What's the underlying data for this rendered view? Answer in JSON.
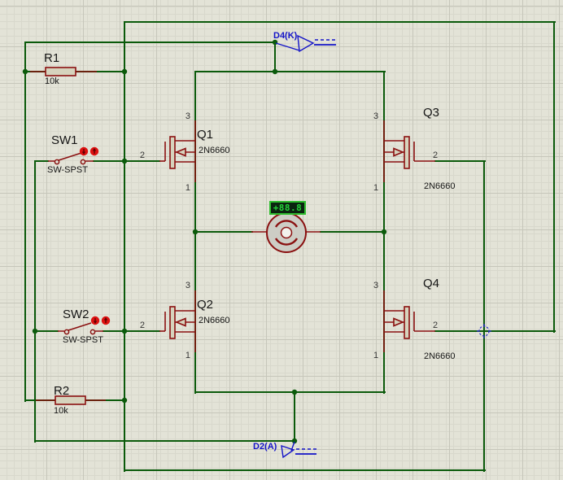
{
  "colors": {
    "wire": "#0b5a0b",
    "component_outline": "#8a1010",
    "component_fill": "#d6d3bd",
    "probe_blue": "#1414c8",
    "toggle_red": "#dd1111",
    "display_border": "#2fbe2f",
    "display_bg": "#0b2410",
    "display_text": "#25d33a",
    "motor_fill": "#cdcdc5",
    "canvas_bg": "#e3e3d7",
    "grid_minor": "#d8d8cc",
    "grid_major": "#c6c6ba"
  },
  "components": {
    "r1": {
      "ref": "R1",
      "value": "10k"
    },
    "r2": {
      "ref": "R2",
      "value": "10k"
    },
    "sw1": {
      "ref": "SW1",
      "type": "SW-SPST"
    },
    "sw2": {
      "ref": "SW2",
      "type": "SW-SPST"
    },
    "q1": {
      "ref": "Q1",
      "part": "2N6660",
      "pin_drain": "3",
      "pin_gate": "2",
      "pin_source": "1"
    },
    "q2": {
      "ref": "Q2",
      "part": "2N6660",
      "pin_drain": "3",
      "pin_gate": "2",
      "pin_source": "1"
    },
    "q3": {
      "ref": "Q3",
      "part": "2N6660",
      "pin_drain": "3",
      "pin_gate": "2",
      "pin_source": "1"
    },
    "q4": {
      "ref": "Q4",
      "part": "2N6660",
      "pin_drain": "3",
      "pin_gate": "2",
      "pin_source": "1"
    },
    "motor": {
      "display_value": "+88.8"
    },
    "probe_top": {
      "label": "D4(K)"
    },
    "probe_bottom": {
      "label": "D2(A)"
    }
  }
}
